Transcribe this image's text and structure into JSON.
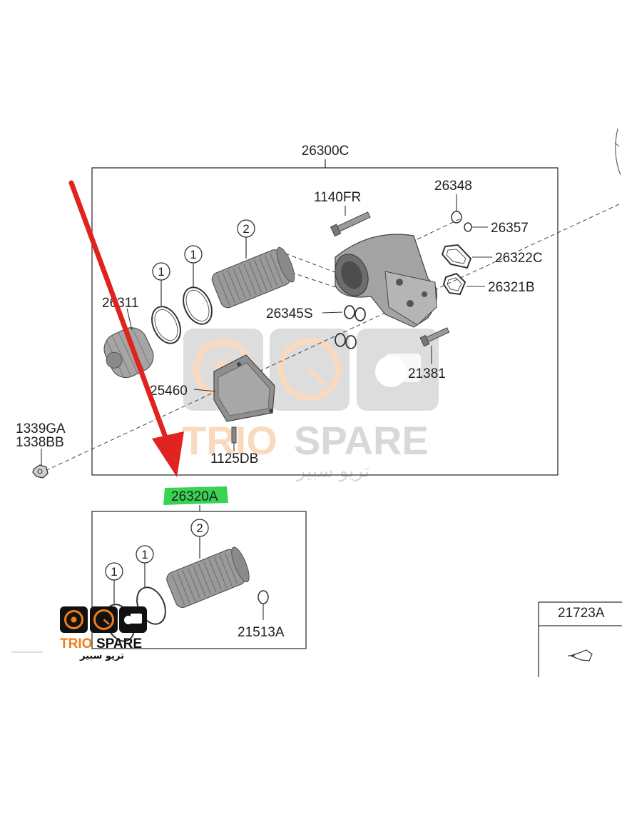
{
  "labels": {
    "assembly_main": "26300C",
    "bolt": "1140FR",
    "ring_26348": "26348",
    "ring_26357": "26357",
    "gasket_26322C": "26322C",
    "gasket_26321B": "26321B",
    "cap": "26311",
    "orings": "26345S",
    "bolt_21381": "21381",
    "cooler": "25460",
    "bolt_1125DB": "1125DB",
    "nut_a": "1339GA",
    "nut_b": "1338BB",
    "kit": "26320A",
    "oring_kit": "21513A",
    "side_box": "21723A"
  },
  "callouts": {
    "one": "1",
    "two": "2"
  },
  "watermark": {
    "brand_a": "TRIO",
    "brand_b": "SPARE",
    "arabic": "تريو سبير"
  },
  "colors": {
    "arrow": "#e0231f",
    "highlight": "#39d353",
    "line": "#333333",
    "logo_orange": "#f07d1a"
  }
}
